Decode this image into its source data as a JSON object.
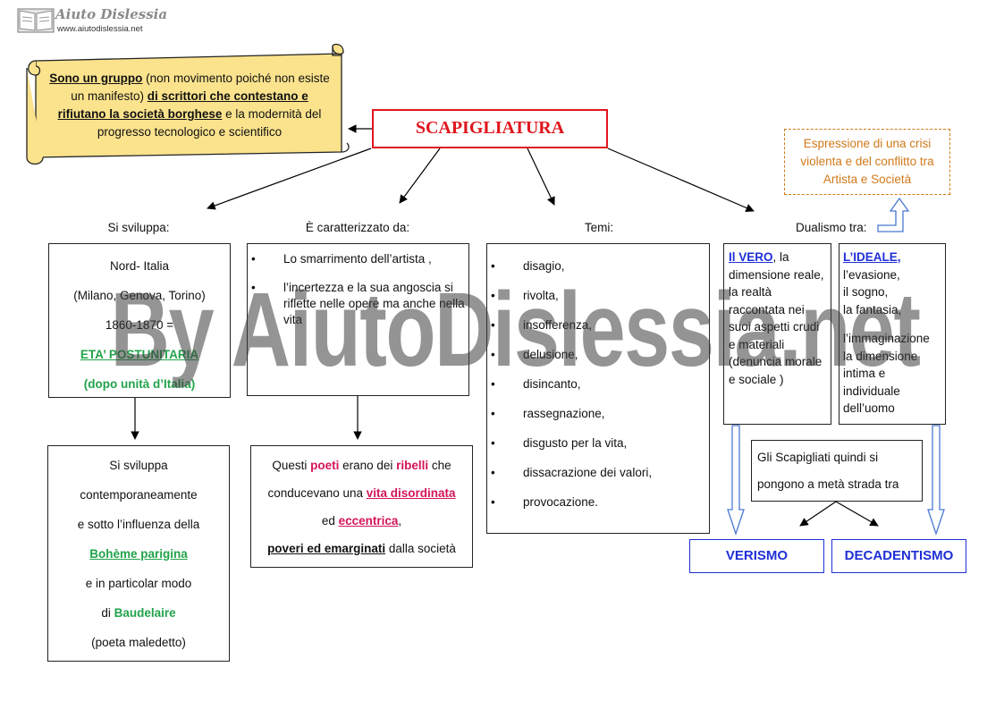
{
  "logo": {
    "brand": "Aiuto Dislessia",
    "url": "www.aiutodislessia.net"
  },
  "title": "SCAPIGLIATURA",
  "scroll": {
    "p1": "Sono un gruppo",
    "p2": " (non movimento poiché non esiste un manifesto) ",
    "p3": "di scrittori che contestano e rifiutano la società  borghese",
    "p4": " e la modernità del progresso tecnologico e scientifico"
  },
  "crisis_note": "Espressione di una crisi violenta e del conflitto tra Artista e Società",
  "labels": {
    "develops": "Si sviluppa:",
    "characterized": "È caratterizzato da:",
    "themes": "Temi:",
    "dualism": "Dualismo tra:"
  },
  "develops_box": {
    "l1": "Nord- Italia",
    "l2": "(Milano, Genova, Torino)",
    "l3": "1860-1870 =",
    "l4": "ETA’ POSTUNITARIA",
    "l5a": "(dopo unità d’Italia",
    "l5b": ")"
  },
  "characterized_items": [
    "Lo smarrimento dell’artista ,",
    "l’incertezza e la sua angoscia si riflette nelle opere ma anche nella vita"
  ],
  "themes_items": [
    "disagio,",
    "rivolta,",
    "insofferenza,",
    "delusione,",
    "disincanto,",
    "rassegnazione,",
    "disgusto per la vita,",
    "dissacrazione dei valori,",
    "provocazione."
  ],
  "vero": {
    "head": "Il VERO",
    "text": ", la dimensione reale, la realtà raccontata nei suoi aspetti crudi e materiali (denuncia morale e sociale )"
  },
  "ideale": {
    "head": "L’IDEALE,",
    "l1": "l’evasione,",
    "l2": "il sogno,",
    "l3": "la fantasia,",
    "l4": "l’immaginazione la dimensione intima e individuale dell’uomo"
  },
  "boheme_box": {
    "l1": "Si sviluppa",
    "l2": "contemporaneamente",
    "l3": "e sotto  l’influenza della",
    "l4": "Bohème parigina",
    "l5": "e in particolar  modo",
    "l6a": "di ",
    "l6b": "Baudelaire",
    "l7": "(poeta maledetto)"
  },
  "poets_box": {
    "a1": "Questi ",
    "a2": "poeti",
    "a3": " erano dei ",
    "a4": "ribelli",
    "a5": " che",
    "b1": "conducevano una ",
    "b2": "vita disordinata",
    "c1": "ed ",
    "c2": "eccentrica",
    "c3": ",",
    "d1": "poveri ed emarginati",
    "d2": " dalla società"
  },
  "midway": {
    "l1": "Gli Scapigliati quindi si",
    "l2": "pongono a metà strada tra"
  },
  "verismo": "VERISMO",
  "decadentismo": "DECADENTISMO",
  "watermark": "By AiutoDislessia.net",
  "colors": {
    "title_red": "#e0161e",
    "note_orange": "#d07a1a",
    "scroll_fill": "#fbe38d",
    "blue": "#1f2fd6"
  }
}
